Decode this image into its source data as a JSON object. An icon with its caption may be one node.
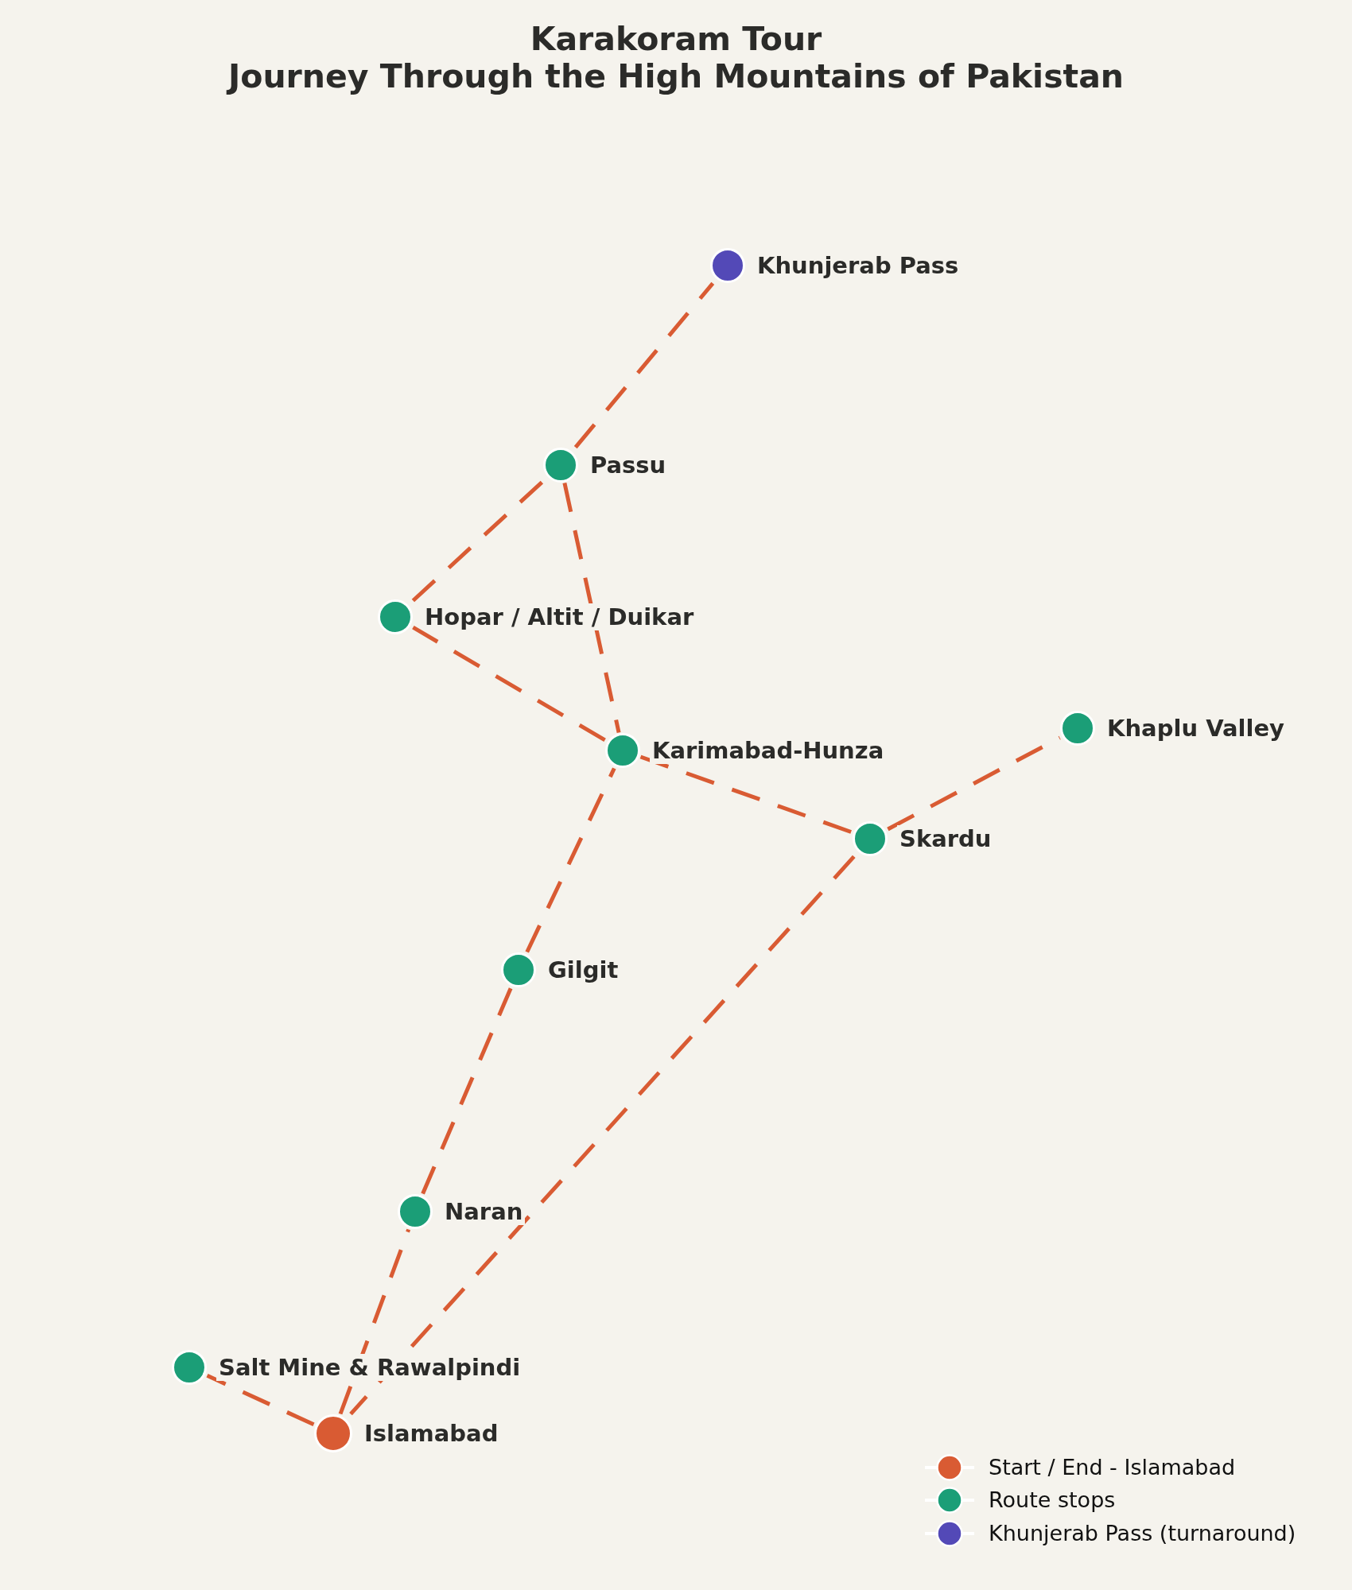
{
  "diagram": {
    "title": "Karakoram Tour",
    "nodes": [
      {
        "text": [],
        "shape": "circle",
        "beside": [
          "Khunjerab Pass"
        ]
      },
      {
        "text": [],
        "shape": "circle",
        "beside": [
          "Passu"
        ]
      },
      {
        "text": [],
        "shape": "circle",
        "beside": [
          "Hopar / Altit / Duikar"
        ]
      },
      {
        "text": [],
        "shape": "circle",
        "beside": [
          "Khaplu Valley"
        ]
      },
      {
        "text": [],
        "shape": "circle",
        "beside": [
          "Karimabad-Hunza"
        ]
      },
      {
        "text": [],
        "shape": "circle",
        "beside": [
          "Skardu"
        ]
      },
      {
        "text": [],
        "shape": "circle",
        "beside": [
          "Gilgit"
        ]
      },
      {
        "text": [],
        "shape": "circle",
        "beside": [
          "Naran"
        ]
      },
      {
        "text": [],
        "shape": "circle",
        "beside": [
          "Salt Mine & Rawalpindi"
        ]
      },
      {
        "text": [],
        "shape": "circle",
        "beside": [
          "Islamabad"
        ]
      }
    ],
    "edges": [
      {
        "from": 9,
        "to": 7,
        "arrow": "none",
        "style": "dashed"
      },
      {
        "from": 7,
        "to": 6,
        "arrow": "none",
        "style": "dashed"
      },
      {
        "from": 6,
        "to": 4,
        "arrow": "none",
        "style": "dashed"
      },
      {
        "from": 4,
        "to": 2,
        "arrow": "none",
        "style": "dashed"
      },
      {
        "from": 2,
        "to": 1,
        "arrow": "none",
        "style": "dashed"
      },
      {
        "from": 1,
        "to": 0,
        "arrow": "none",
        "style": "dashed"
      },
      {
        "from": 1,
        "to": 4,
        "arrow": "none",
        "style": "dashed"
      },
      {
        "from": 4,
        "to": 5,
        "arrow": "none",
        "style": "dashed"
      },
      {
        "from": 5,
        "to": 3,
        "arrow": "none",
        "style": "dashed"
      },
      {
        "from": 5,
        "to": 9,
        "arrow": "none",
        "style": "dashed"
      },
      {
        "from": 9,
        "to": 8,
        "arrow": "none",
        "style": "dashed"
      }
    ],
    "labels": [
      "Journey Through the High Mountains of Pakistan"
    ],
    "legend": [
      {
        "text": "Start / End - Islamabad",
        "color": "#d95b33"
      },
      {
        "text": "Route stops",
        "color": "#1b9e77"
      },
      {
        "text": "Khunjerab Pass (turnaround)",
        "color": "#5349b7"
      }
    ]
  }
}
